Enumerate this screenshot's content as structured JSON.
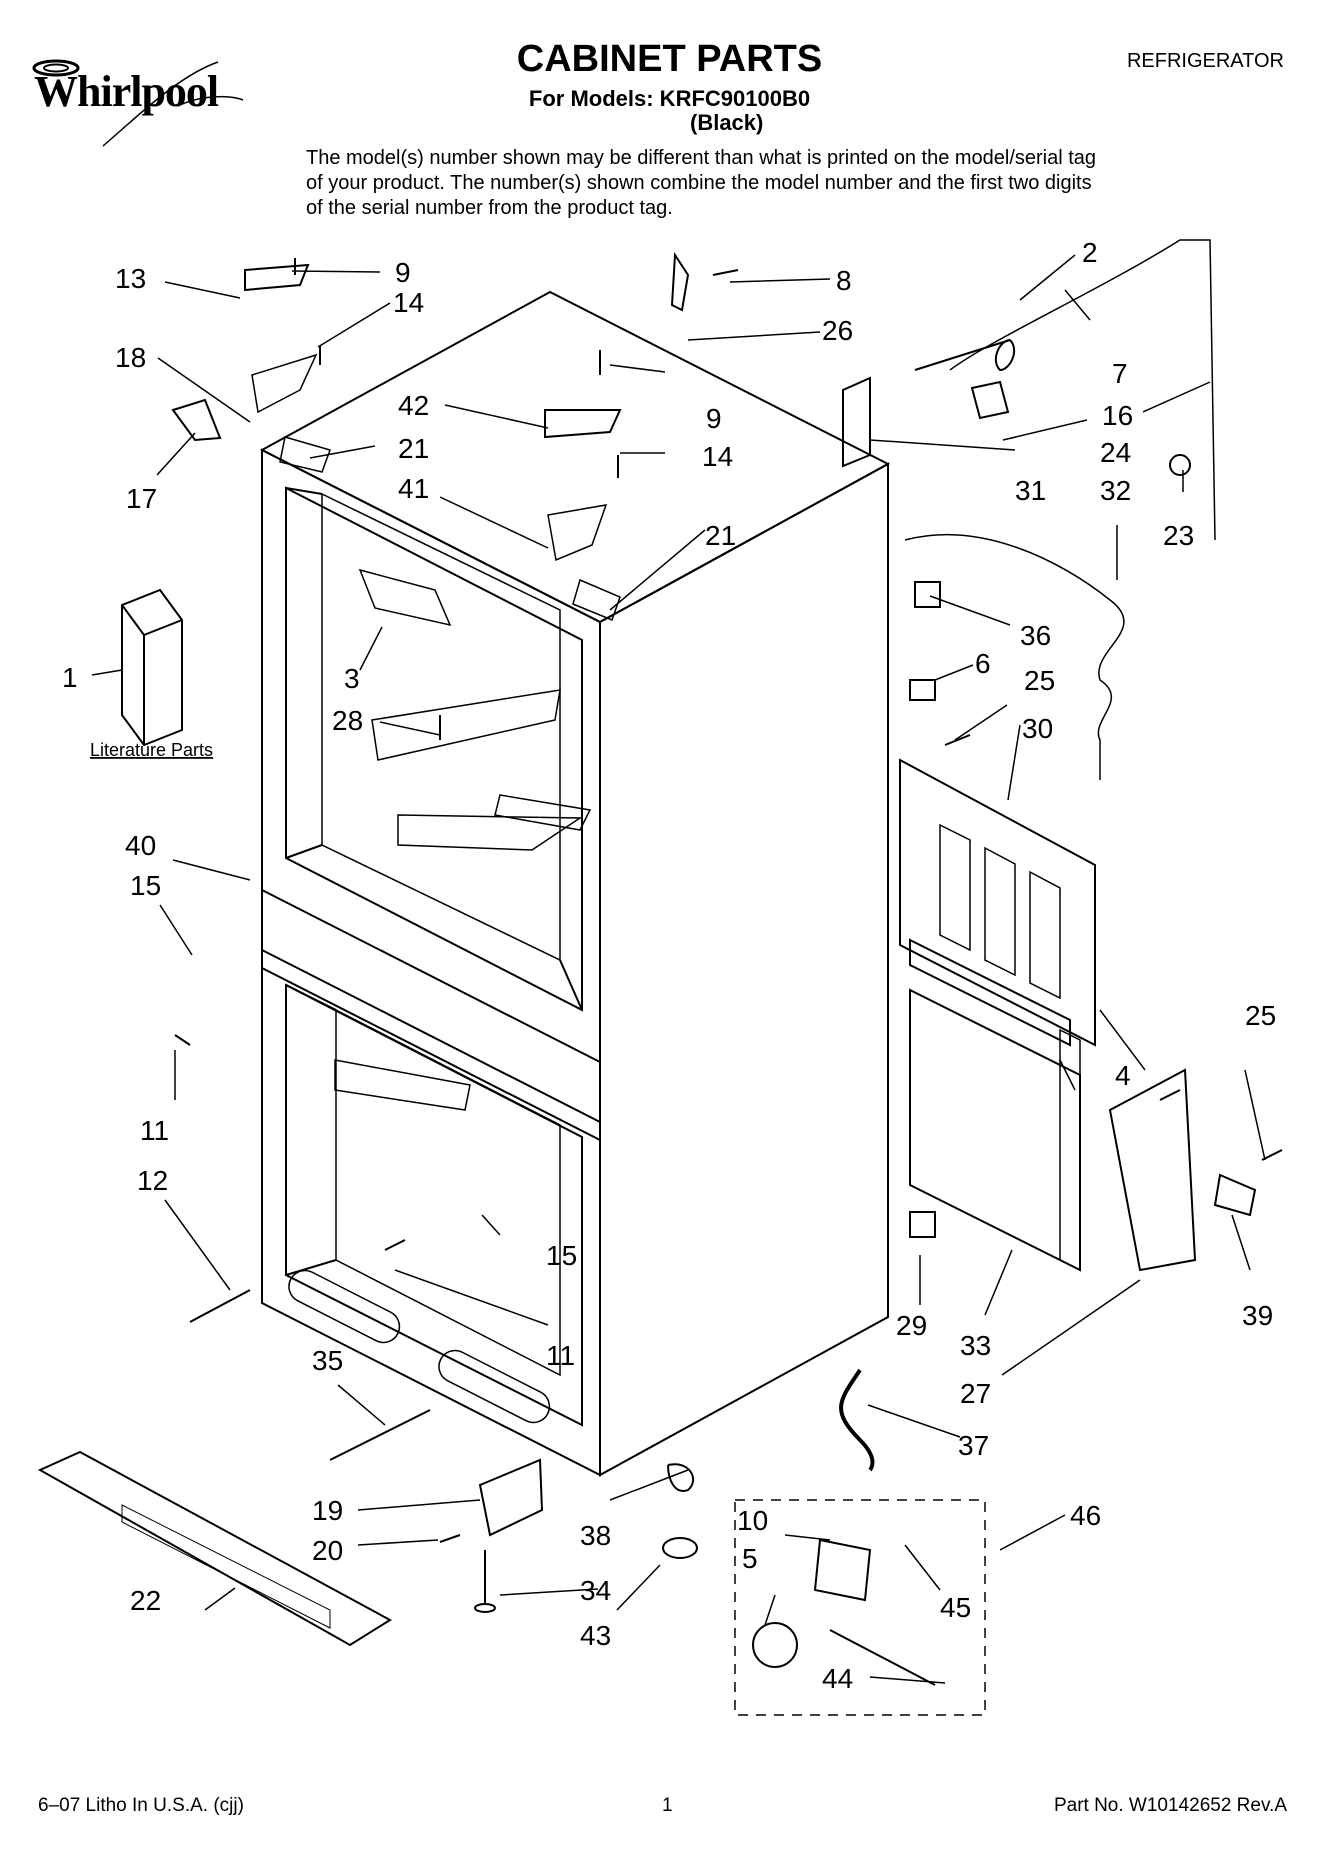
{
  "header": {
    "brand": "Whirlpool",
    "title": "CABINET PARTS",
    "models_line": "For Models: KRFC90100B0",
    "color_line": "(Black)",
    "category": "REFRIGERATOR",
    "notice": "The model(s) number shown may be different than what is printed on the model/serial tag of your product. The number(s) shown combine the model number and the first two digits of the serial number from the product tag."
  },
  "diagram": {
    "literature_label": "Literature Parts",
    "callouts": [
      "9",
      "13",
      "14",
      "18",
      "17",
      "21",
      "42",
      "9",
      "14",
      "41",
      "21",
      "8",
      "26",
      "2",
      "7",
      "16",
      "24",
      "23",
      "31",
      "32",
      "1",
      "3",
      "28",
      "36",
      "6",
      "25",
      "30",
      "40",
      "15",
      "11",
      "12",
      "15",
      "11",
      "35",
      "4",
      "25",
      "39",
      "29",
      "33",
      "27",
      "37",
      "22",
      "19",
      "20",
      "38",
      "34",
      "43",
      "10",
      "5",
      "45",
      "44",
      "46"
    ]
  },
  "footer": {
    "litho": "6–07 Litho In U.S.A. (cjj)",
    "page": "1",
    "part_no": "Part No. W10142652 Rev.A"
  }
}
